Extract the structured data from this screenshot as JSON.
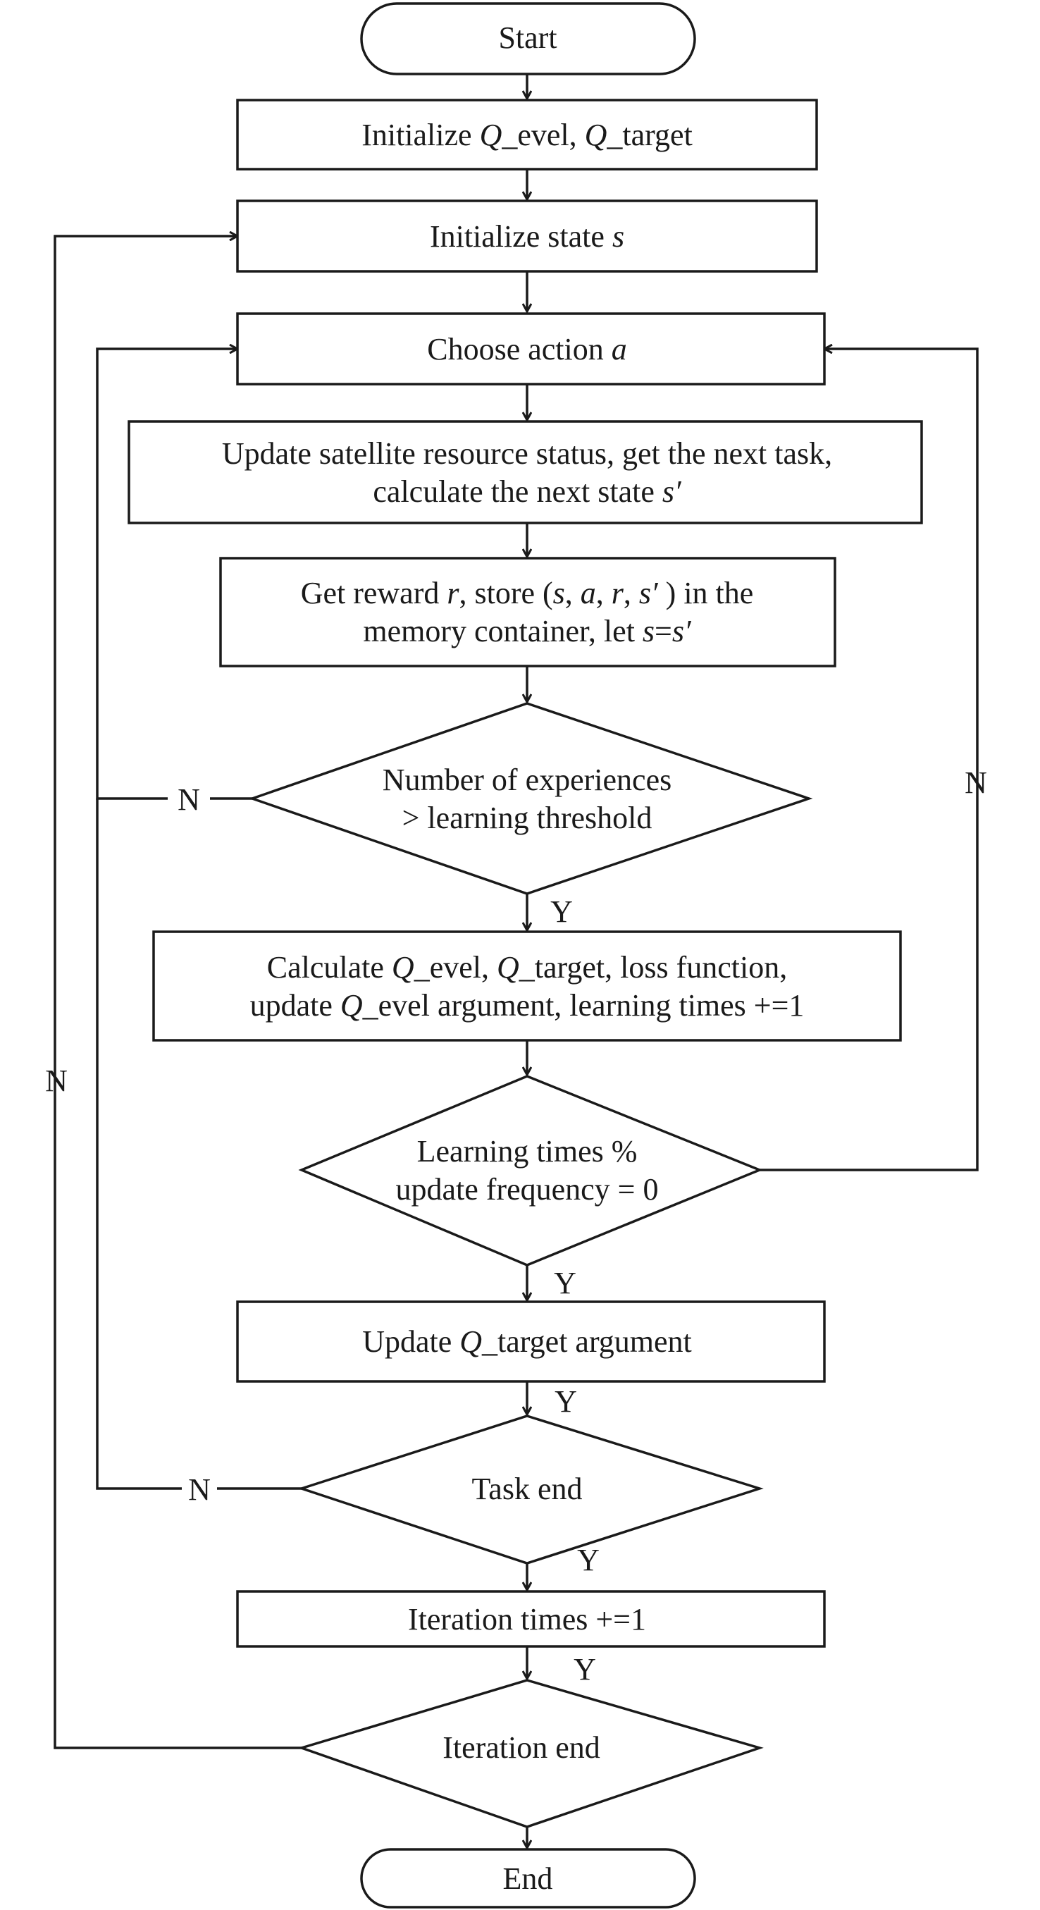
{
  "nodes": {
    "start": {
      "label": "Start"
    },
    "init_q": {
      "lines": [
        [
          {
            "t": "Initialize "
          },
          {
            "t": "Q",
            "i": true
          },
          {
            "t": "_evel, "
          },
          {
            "t": "Q",
            "i": true
          },
          {
            "t": "_target"
          }
        ]
      ]
    },
    "init_state": {
      "lines": [
        [
          {
            "t": "Initialize state "
          },
          {
            "t": "s",
            "i": true
          }
        ]
      ]
    },
    "choose_action": {
      "lines": [
        [
          {
            "t": "Choose action "
          },
          {
            "t": "a",
            "i": true
          }
        ]
      ]
    },
    "update_status": {
      "lines": [
        [
          {
            "t": "Update satellite resource status, get the next task,"
          }
        ],
        [
          {
            "t": "calculate the next state "
          },
          {
            "t": "s′",
            "i": true
          }
        ]
      ]
    },
    "get_reward": {
      "lines": [
        [
          {
            "t": "Get reward "
          },
          {
            "t": "r",
            "i": true
          },
          {
            "t": ", store ("
          },
          {
            "t": "s",
            "i": true
          },
          {
            "t": ", "
          },
          {
            "t": "a",
            "i": true
          },
          {
            "t": ", "
          },
          {
            "t": "r",
            "i": true
          },
          {
            "t": ", "
          },
          {
            "t": "s′",
            "i": true
          },
          {
            "t": " ) in the"
          }
        ],
        [
          {
            "t": "memory container, let "
          },
          {
            "t": "s",
            "i": true
          },
          {
            "t": "="
          },
          {
            "t": "s′",
            "i": true
          }
        ]
      ]
    },
    "experience_check": {
      "lines": [
        [
          {
            "t": "Number of experiences"
          }
        ],
        [
          {
            "t": "> learning threshold"
          }
        ]
      ]
    },
    "calculate": {
      "lines": [
        [
          {
            "t": "Calculate "
          },
          {
            "t": "Q",
            "i": true
          },
          {
            "t": "_evel, "
          },
          {
            "t": "Q",
            "i": true
          },
          {
            "t": "_target, loss function,"
          }
        ],
        [
          {
            "t": "update "
          },
          {
            "t": "Q",
            "i": true
          },
          {
            "t": "_evel argument, learning times +=1"
          }
        ]
      ]
    },
    "frequency_check": {
      "lines": [
        [
          {
            "t": "Learning times %"
          }
        ],
        [
          {
            "t": "update frequency = 0"
          }
        ]
      ]
    },
    "update_target": {
      "lines": [
        [
          {
            "t": "Update "
          },
          {
            "t": "Q",
            "i": true
          },
          {
            "t": "_target argument"
          }
        ]
      ]
    },
    "task_end": {
      "label": "Task end"
    },
    "iteration_times": {
      "label": "Iteration times +=1"
    },
    "iteration_end": {
      "label": "Iteration end"
    },
    "end": {
      "label": "End"
    }
  },
  "edge_labels": {
    "experience_no": "N",
    "experience_yes": "Y",
    "frequency_no": "N",
    "frequency_yes": "Y",
    "after_update_target": "Y",
    "task_end_no": "N",
    "task_end_yes": "Y",
    "after_iteration_times": "Y",
    "iteration_end_no": "N"
  }
}
